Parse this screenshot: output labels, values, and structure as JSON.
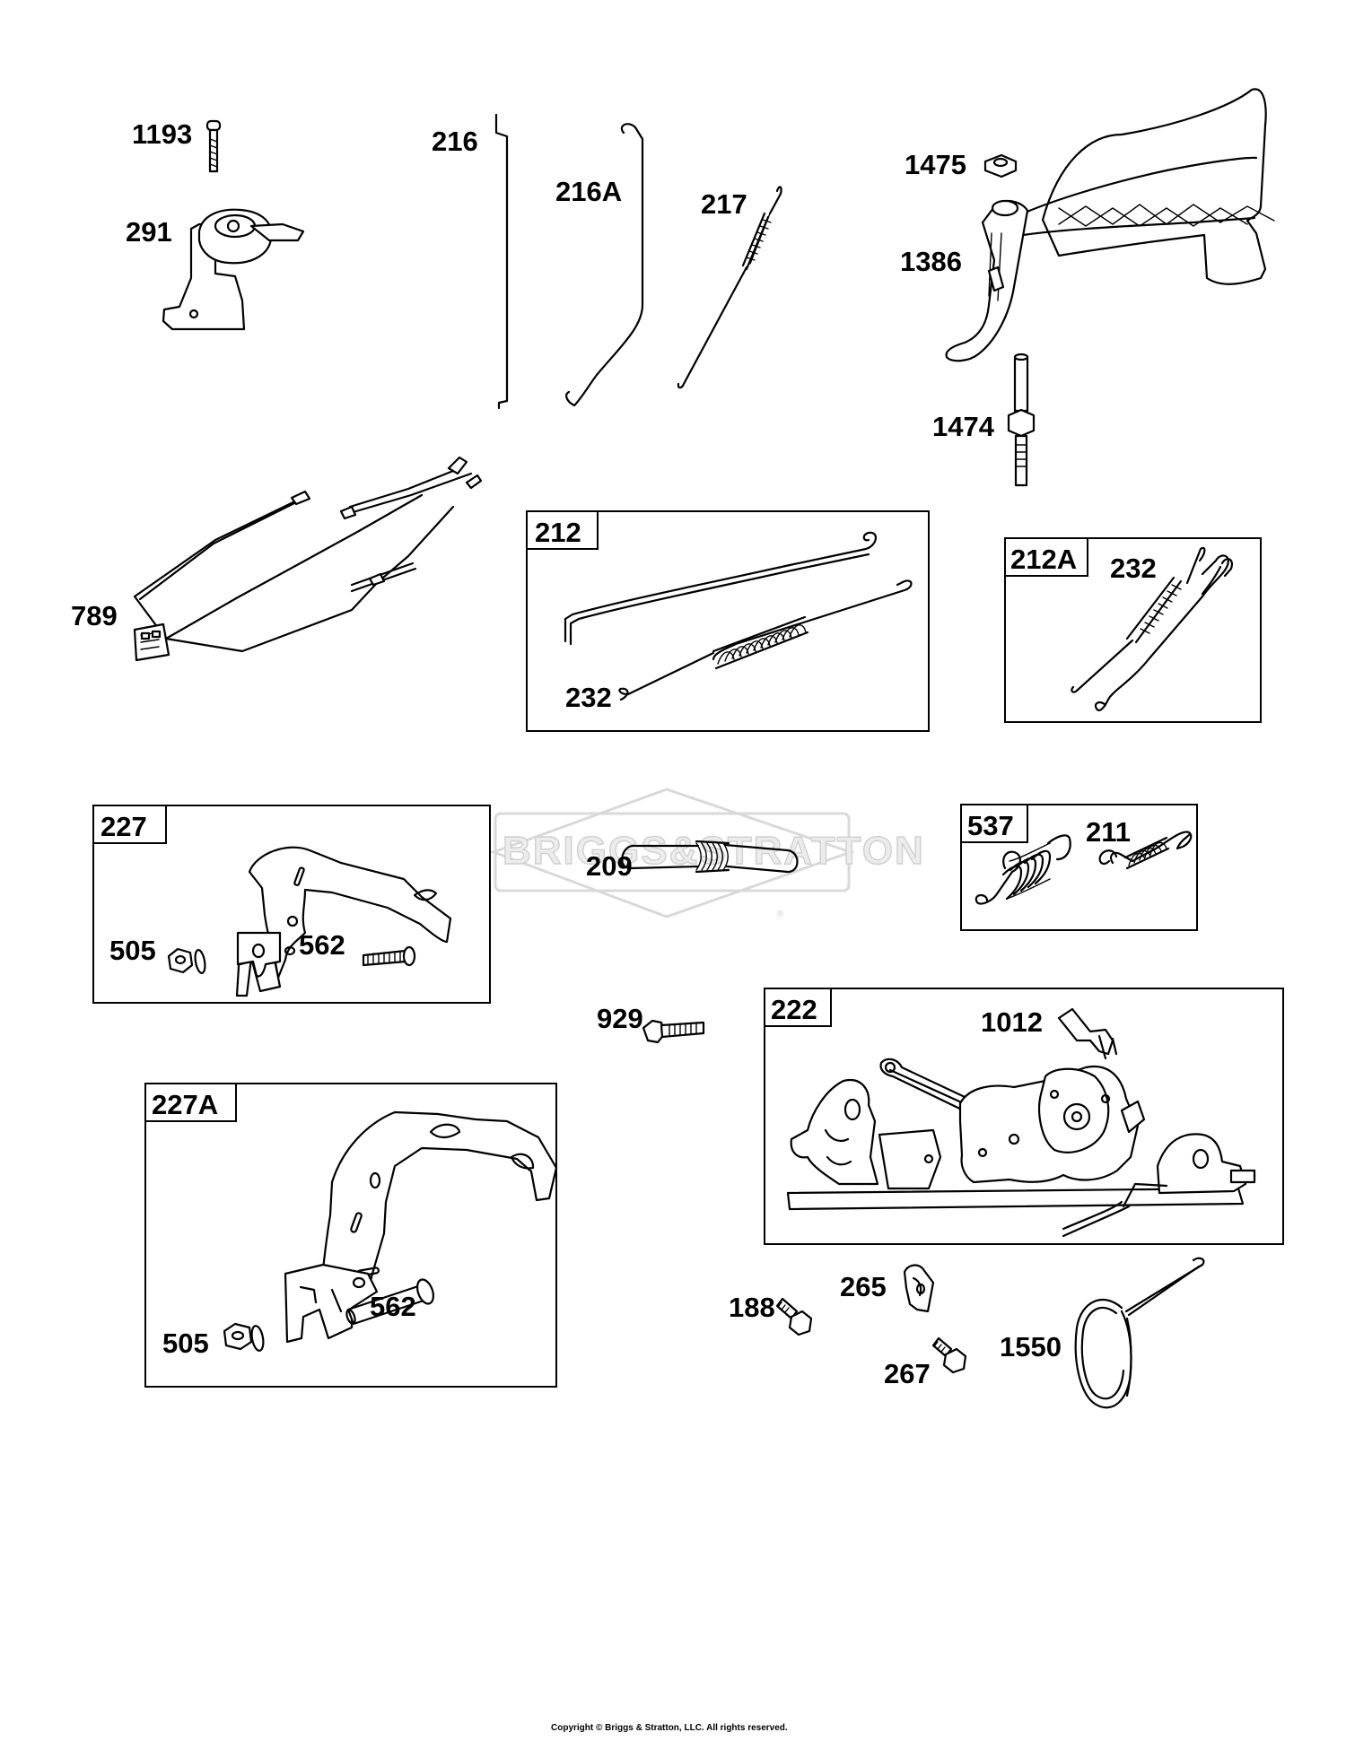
{
  "labels": {
    "l1193": "1193",
    "l291": "291",
    "l216": "216",
    "l216A": "216A",
    "l217": "217",
    "l1475": "1475",
    "l1386": "1386",
    "l1474": "1474",
    "l789": "789",
    "l212": "212",
    "l232a": "232",
    "l212A": "212A",
    "l232b": "232",
    "l227": "227",
    "l505a": "505",
    "l562a": "562",
    "l209": "209",
    "l537": "537",
    "l211": "211",
    "l929": "929",
    "l222": "222",
    "l1012": "1012",
    "l227A": "227A",
    "l505b": "505",
    "l562b": "562",
    "l188": "188",
    "l265": "265",
    "l267": "267",
    "l1550": "1550"
  },
  "watermark": {
    "text": "BRIGGS&STRATTON",
    "mark": "®"
  },
  "footer": {
    "copyright": "Copyright © Briggs & Stratton, LLC. All rights reserved."
  },
  "colors": {
    "line": "#000000",
    "background": "#ffffff",
    "watermark": "#d9d9d9"
  }
}
